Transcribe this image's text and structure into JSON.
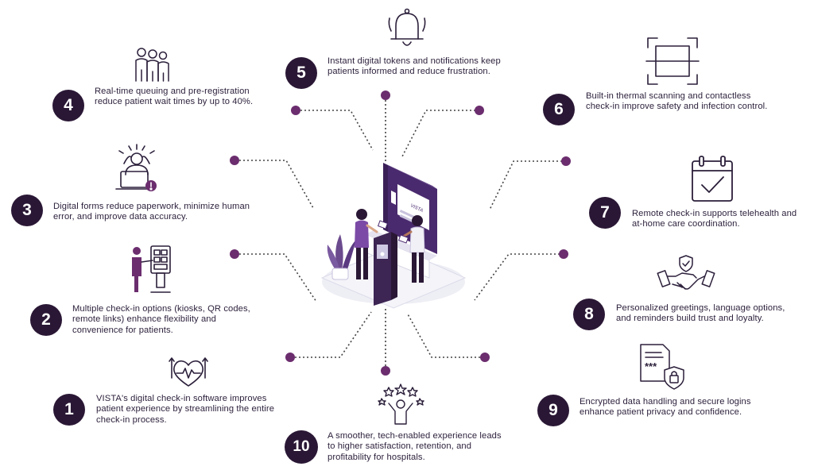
{
  "items": [
    {
      "num": "1",
      "text": "VISTA's digital check-in software improves patient experience by streamlining the entire check-in process.",
      "icon": "heart-growth-icon"
    },
    {
      "num": "2",
      "text": "Multiple check-in options (kiosks, QR codes, remote links) enhance flexibility and convenience for patients.",
      "icon": "kiosk-user-icon"
    },
    {
      "num": "3",
      "text": "Digital forms reduce paperwork, minimize human error, and improve data accuracy.",
      "icon": "stressed-laptop-icon"
    },
    {
      "num": "4",
      "text": "Real-time queuing and pre-registration reduce patient wait times by up to 40%.",
      "icon": "queue-people-icon"
    },
    {
      "num": "5",
      "text": "Instant digital tokens and notifications keep patients informed and reduce frustration.",
      "icon": "bell-icon"
    },
    {
      "num": "6",
      "text": "Built-in thermal scanning and contactless check-in improve safety and infection control.",
      "icon": "scan-frame-icon"
    },
    {
      "num": "7",
      "text": "Remote check-in supports telehealth and at-home care coordination.",
      "icon": "calendar-check-icon"
    },
    {
      "num": "8",
      "text": "Personalized greetings, language options, and reminders build trust and loyalty.",
      "icon": "handshake-icon"
    },
    {
      "num": "9",
      "text": "Encrypted data handling and secure logins enhance patient privacy and confidence.",
      "icon": "secure-document-icon"
    },
    {
      "num": "10",
      "text": "A smoother, tech-enabled experience leads to higher satisfaction, retention, and profitability for hospitals.",
      "icon": "stars-person-icon"
    }
  ],
  "kiosk_screen_label": "VISTA",
  "colors": {
    "accent": "#6b2d6e",
    "dark": "#2a1735",
    "booth": "#4a2a6e",
    "floor": "#eeeef5"
  }
}
